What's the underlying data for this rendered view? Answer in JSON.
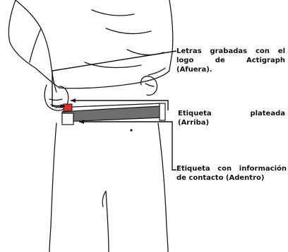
{
  "diagram": {
    "labels": [
      {
        "id": "logo",
        "lines": [
          "Letras grabadas con el",
          "logo de Actigraph",
          "(Afuera)."
        ]
      },
      {
        "id": "silver-tag",
        "lines": [
          "Etiqueta plateada",
          "(Arriba)"
        ]
      },
      {
        "id": "contact-tag",
        "lines": [
          "Etiqueta con información",
          "de contacto (Adentro)"
        ]
      }
    ],
    "colors": {
      "outline": "#1a1a1a",
      "belt": "#6f6f6f",
      "device_tag": "#e0302a",
      "background": "#ffffff"
    }
  }
}
